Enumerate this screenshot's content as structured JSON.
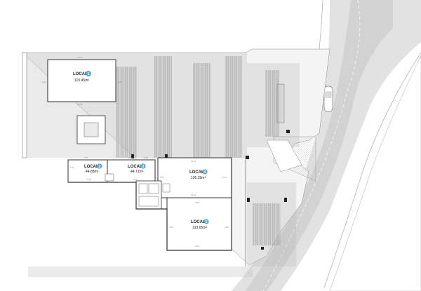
{
  "colors": {
    "badge": "#5aa9d8",
    "wall": "#333333",
    "road": "#d6d6d6",
    "hatch": "#bdbdbd"
  },
  "units": [
    {
      "label": "LOCAL",
      "number": "1",
      "area": "125.45m²"
    },
    {
      "label": "LOCAL",
      "number": "2",
      "area": "44.88m²"
    },
    {
      "label": "LOCAL",
      "number": "3",
      "area": "44.71m²"
    },
    {
      "label": "LOCAL",
      "number": "4",
      "area": "105.39m²"
    },
    {
      "label": "LOCAL",
      "number": "5",
      "area": "133.65m²"
    }
  ],
  "dimensions": [
    "12.54",
    "12.55",
    "6.43",
    "6.43",
    "6.33",
    "6.02",
    "6.15",
    "5.15",
    "12.07",
    "12.21",
    "5.72",
    "5.31",
    "9.00",
    "9.00",
    "3.95",
    "3.95",
    "8.17",
    "9.48"
  ]
}
